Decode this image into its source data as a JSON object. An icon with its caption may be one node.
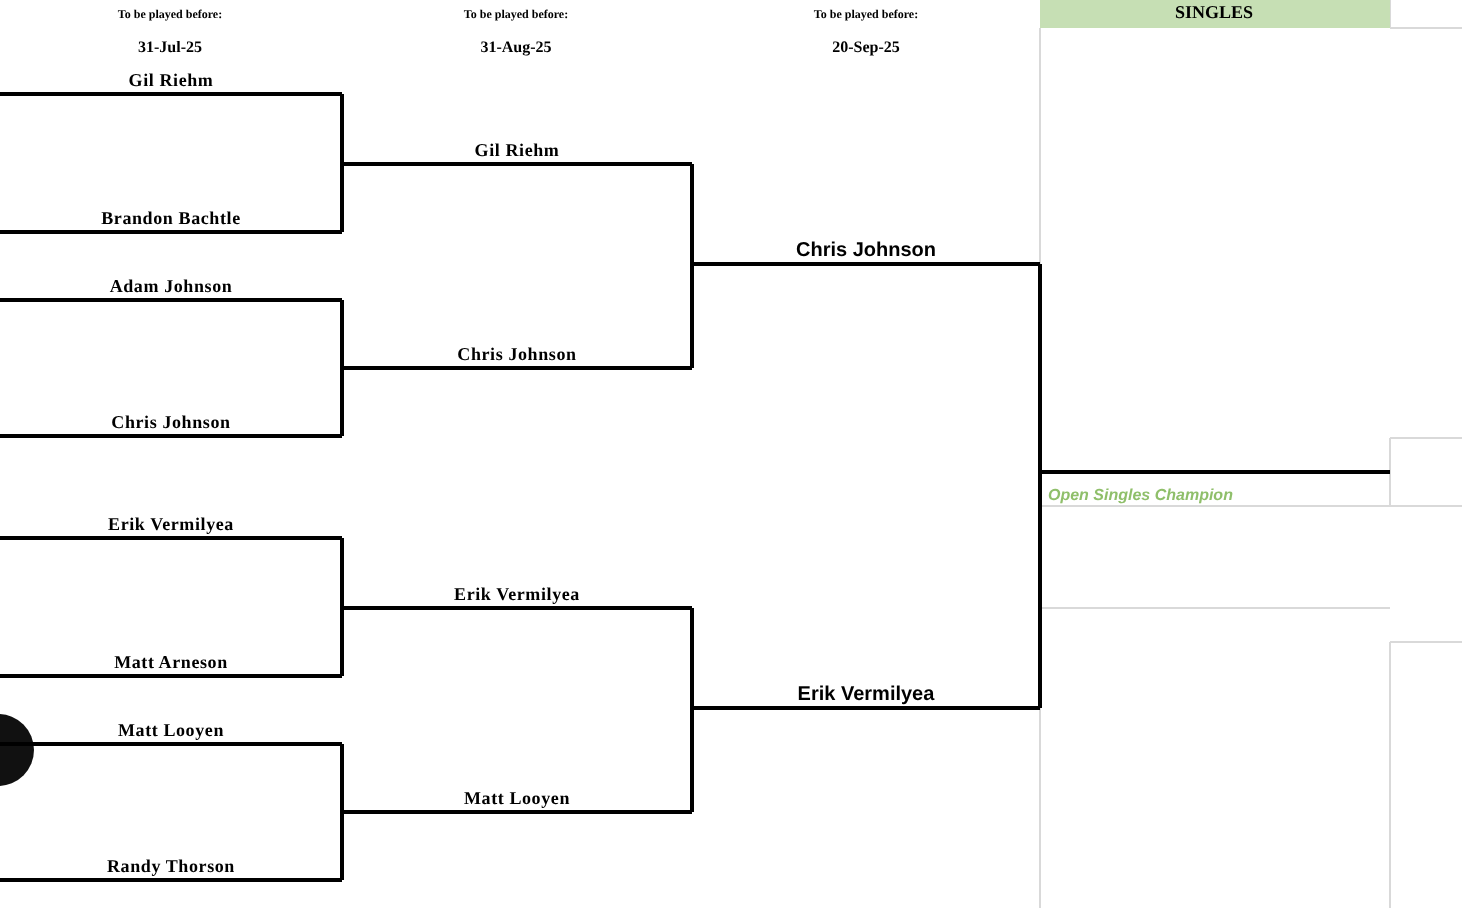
{
  "diagram": {
    "nodes": [
      {
        "text": [
          "Gil Riehm"
        ]
      },
      {
        "text": [
          "Brandon Bachtle"
        ]
      },
      {
        "text": [
          "Adam Johnson"
        ]
      },
      {
        "text": [
          "Chris Johnson"
        ]
      },
      {
        "text": [
          "Erik Vermilyea"
        ]
      },
      {
        "text": [
          "Matt Arneson"
        ]
      },
      {
        "text": [
          "Matt Looyen"
        ]
      },
      {
        "text": [
          "Randy Thorson"
        ]
      },
      {
        "text": [
          "Gil Riehm"
        ]
      },
      {
        "text": [
          "Chris Johnson"
        ]
      },
      {
        "text": [
          "Erik Vermilyea"
        ]
      },
      {
        "text": [
          "Matt Looyen"
        ]
      },
      {
        "text": [
          "Chris Johnson"
        ]
      },
      {
        "text": [
          "Erik Vermilyea"
        ]
      },
      {
        "text": [
          "Open Singles Champion"
        ]
      }
    ],
    "edges": [
      {
        "from": 0,
        "to": 8,
        "arrow": "none"
      },
      {
        "from": 1,
        "to": 8,
        "arrow": "none"
      },
      {
        "from": 2,
        "to": 9,
        "arrow": "none"
      },
      {
        "from": 3,
        "to": 9,
        "arrow": "none"
      },
      {
        "from": 4,
        "to": 10,
        "arrow": "none"
      },
      {
        "from": 5,
        "to": 10,
        "arrow": "none"
      },
      {
        "from": 6,
        "to": 11,
        "arrow": "none"
      },
      {
        "from": 7,
        "to": 11,
        "arrow": "none"
      },
      {
        "from": 8,
        "to": 12,
        "arrow": "none"
      },
      {
        "from": 9,
        "to": 12,
        "arrow": "none"
      },
      {
        "from": 10,
        "to": 13,
        "arrow": "none"
      },
      {
        "from": 11,
        "to": 13,
        "arrow": "none"
      },
      {
        "from": 12,
        "to": 14,
        "arrow": "none"
      },
      {
        "from": 13,
        "to": 14,
        "arrow": "none"
      }
    ],
    "labels": [
      "To be played before:",
      "To be played before:",
      "To be played before:",
      "SINGLES",
      "31-Jul-25",
      "31-Aug-25",
      "20-Sep-25"
    ]
  }
}
